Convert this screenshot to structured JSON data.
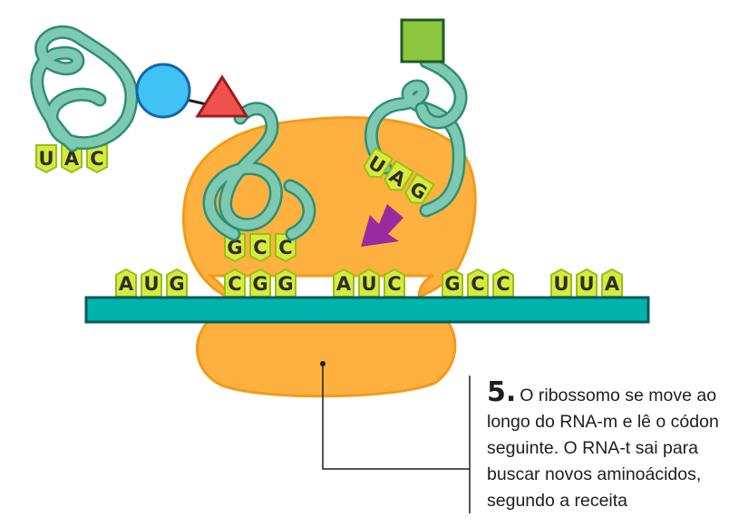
{
  "step": {
    "number": "5.",
    "text": "O ribossomo se move ao longo do RNA-m e lê o códon seguinte. O RNA-t sai para buscar novos aminoácidos, segundo a receita"
  },
  "mrna_codons": [
    "AUG",
    "CGG",
    "AUC",
    "GCC",
    "UUA"
  ],
  "trna_leaving": {
    "anticodon": "UAC"
  },
  "trna_bound": {
    "anticodon": "GCC",
    "amino_acid_chain": [
      "circle",
      "triangle"
    ]
  },
  "trna_incoming": {
    "anticodon": "UAG",
    "amino_acid": "square"
  },
  "colors": {
    "ribosome": "#ffb13f",
    "ribosome_outline": "#f39a1b",
    "mrna_strand": "#00b3ac",
    "trna": "#7ec9b2",
    "trna_outline": "#2e8f76",
    "base": "#d7ec3a",
    "base_outline": "#97bf1e",
    "amino_circle": "#40c2f4",
    "amino_triangle": "#f0514e",
    "amino_square": "#8cc63f",
    "arrow": "#9a2aa0"
  }
}
